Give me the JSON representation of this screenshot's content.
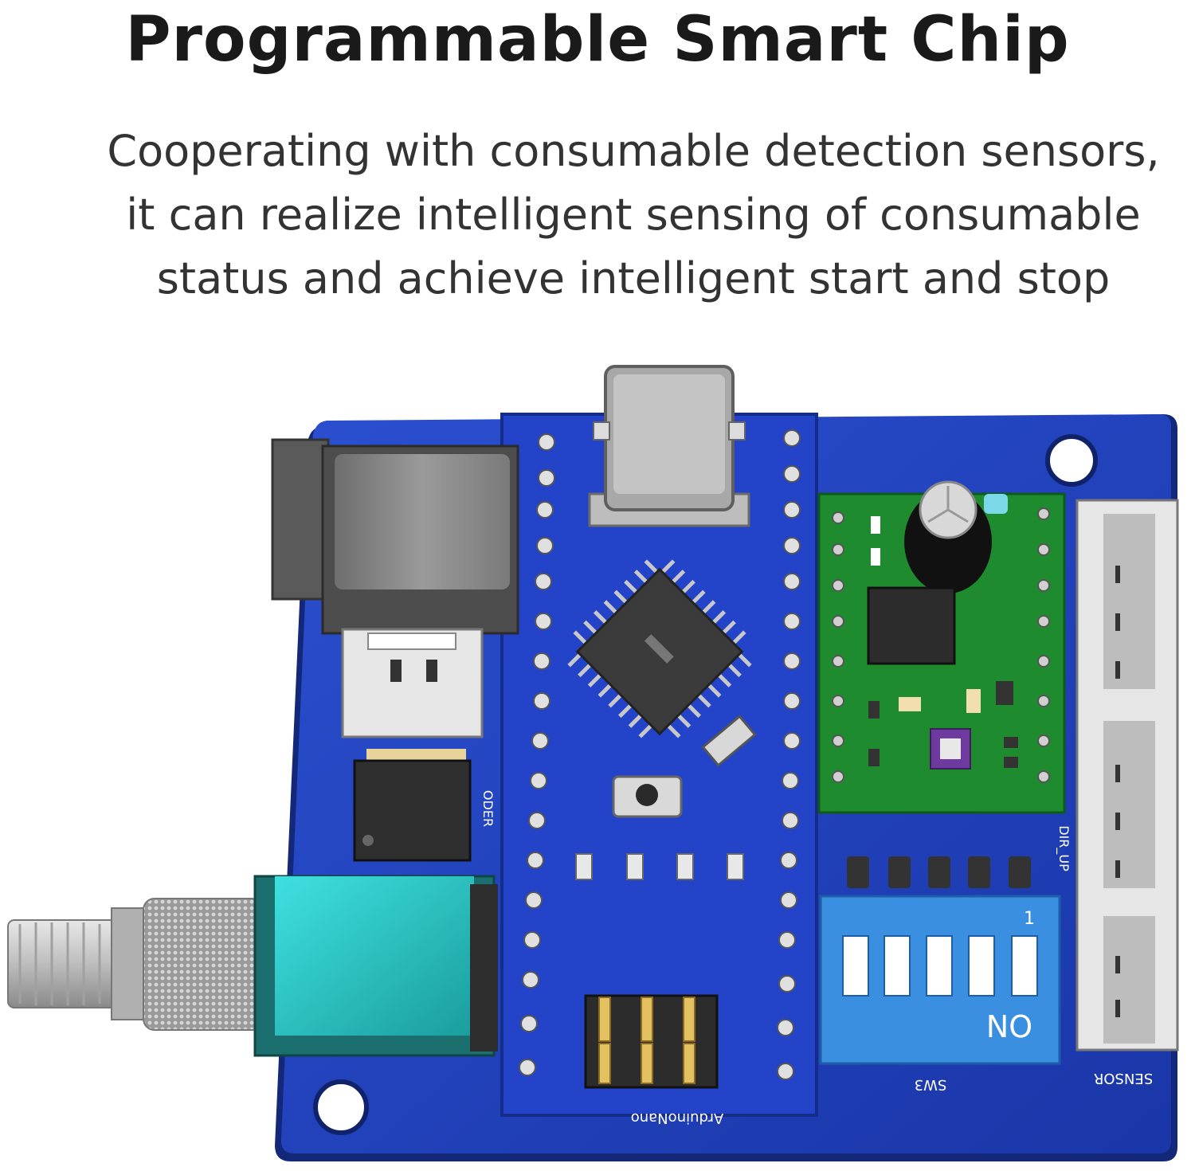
{
  "heading": "Programmable Smart Chip",
  "description": [
    "Cooperating with consumable detection sensors,",
    "it can realize intelligent sensing of consumable",
    "status and achieve intelligent start and stop"
  ],
  "board": {
    "switch_label": "ON",
    "switch_number": "1",
    "board_label_center": "ArduinoNano",
    "board_label_switch": "SW3",
    "board_label_sensor": "SENSOR",
    "board_label_fan": "ODER",
    "board_label_dir": "DIR_UP"
  },
  "colors": {
    "pcb_blue": "#1f3fb8",
    "pcb_edge": "#14287a",
    "driver_green": "#1e8c2e",
    "knob_teal": "#27c7c7",
    "switch_blue": "#3a8fe0"
  }
}
